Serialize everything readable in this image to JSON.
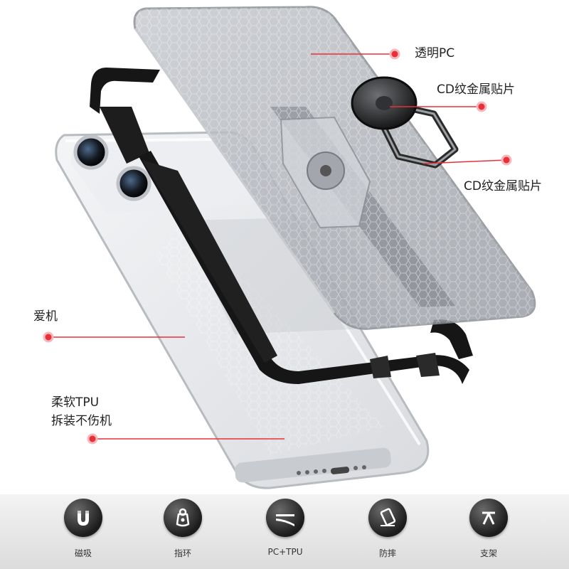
{
  "callouts": {
    "pc": "透明PC",
    "cd_plate_top": "CD纹金属贴片",
    "cd_plate_bottom": "CD纹金属贴片",
    "phone": "爱机",
    "tpu_line1": "柔软TPU",
    "tpu_line2": "拆装不伤机"
  },
  "features": [
    {
      "label": "磁吸",
      "icon": "magnet-icon"
    },
    {
      "label": "指环",
      "icon": "finger-ring-icon"
    },
    {
      "label": "PC+TPU",
      "icon": "layers-icon"
    },
    {
      "label": "防摔",
      "icon": "drop-proof-icon"
    },
    {
      "label": "支架",
      "icon": "stand-icon"
    }
  ],
  "colors": {
    "callout_dot": "#e8303a",
    "callout_line": "#e8303a",
    "bumper": "#161616",
    "clear_shell": "#b9bcc1"
  }
}
